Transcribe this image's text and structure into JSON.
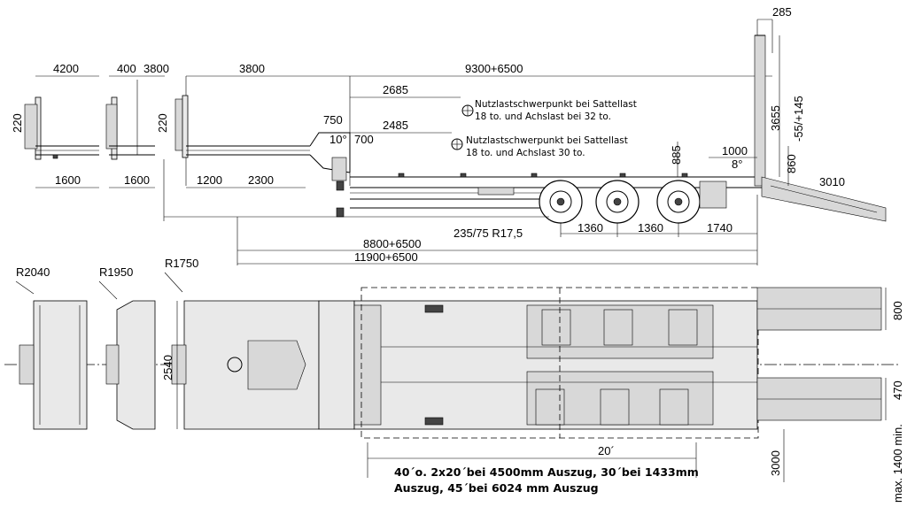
{
  "side_view": {
    "dims": {
      "top_285": "285",
      "len_4200": "4200",
      "len_400": "400",
      "len_3800a": "3800",
      "len_3800b": "3800",
      "len_9300": "9300+6500",
      "len_2685": "2685",
      "len_750": "750",
      "len_2485": "2485",
      "len_700": "700",
      "h_220a": "220",
      "h_220b": "220",
      "h_3655": "3655",
      "h_55": "-55/+145",
      "h_885": "885",
      "len_1000": "1000",
      "h_860": "860",
      "len_3010": "3010",
      "len_1600a": "1600",
      "len_1600b": "1600",
      "len_1200": "1200",
      "len_2300": "2300",
      "tyre": "235/75 R17,5",
      "axle_1360a": "1360",
      "axle_1360b": "1360",
      "axle_1740": "1740",
      "len_8800": "8800+6500",
      "len_11900": "11900+6500"
    },
    "angles": {
      "gooseneck": "10°",
      "ramp": "8°"
    },
    "notes": {
      "cog_32_line1": "Nutzlastschwerpunkt bei Sattellast",
      "cog_32_line2": "18 to. und Achslast bei 32 to.",
      "cog_30_line1": "Nutzlastschwerpunkt bei Sattellast",
      "cog_30_line2": "18 to. und Achslast 30 to."
    }
  },
  "plan_view": {
    "radii": {
      "r2040": "R2040",
      "r1950": "R1950",
      "r1750": "R1750"
    },
    "dims": {
      "width_2540": "2540",
      "ramp_800": "800",
      "ramp_470": "470",
      "ramp_max": "max. 1400 min.",
      "len_3000": "3000",
      "container_20": "20´"
    },
    "container_note_line1": "40´o. 2x20´bei 4500mm Auszug, 30´bei 1433mm",
    "container_note_line2": "Auszug, 45´bei 6024 mm Auszug"
  }
}
